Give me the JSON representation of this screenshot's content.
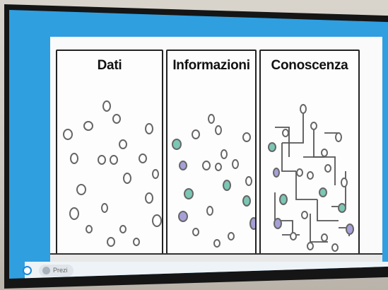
{
  "slide": {
    "panels": [
      {
        "title": "Dati"
      },
      {
        "title": "Informazioni"
      },
      {
        "title": "Conoscenza"
      }
    ]
  },
  "taskbar": {
    "pill_label": "Prezi",
    "prev_icon": "chevron-left-icon",
    "next_icon": "chevron-right-icon"
  },
  "colors": {
    "screen_blue": "#2f9fe0",
    "dot_outline": "#666666",
    "dot_green": "#7cc6b4",
    "dot_purple": "#a6a0d8"
  }
}
